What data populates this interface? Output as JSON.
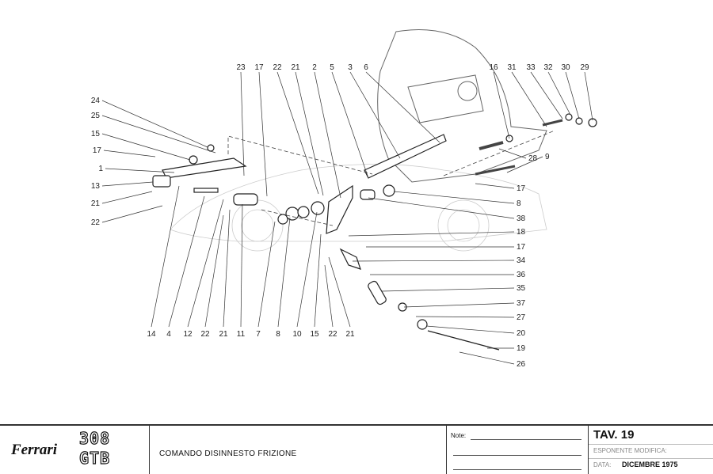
{
  "diagram": {
    "labels": [
      "23",
      "17",
      "22",
      "21",
      "2",
      "5",
      "3",
      "6",
      "16",
      "31",
      "33",
      "32",
      "30",
      "29",
      "24",
      "25",
      "15",
      "17",
      "1",
      "13",
      "21",
      "22",
      "14",
      "4",
      "12",
      "22",
      "21",
      "11",
      "7",
      "8",
      "10",
      "15",
      "22",
      "21",
      "28",
      "9",
      "17",
      "8",
      "38",
      "18",
      "17",
      "34",
      "36",
      "35",
      "37",
      "27",
      "20",
      "19",
      "26"
    ]
  },
  "titleblock": {
    "brand": "Ferrari",
    "model_top": "308",
    "model_bottom": "GTB",
    "title": "COMANDO  DISINNESTO  FRIZIONE",
    "notes_label": "Note:",
    "table": "TAV.  19",
    "revision_label": "ESPONENTE MODIFICA:",
    "date_label": "DATA:",
    "date_value": "DICEMBRE  1975"
  }
}
